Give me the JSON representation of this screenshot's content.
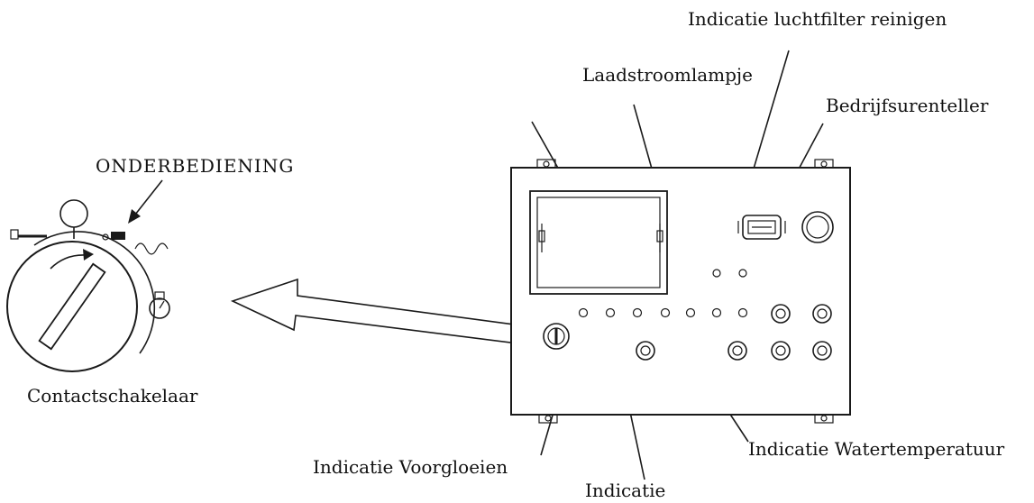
{
  "labels": {
    "onderbediening": "ONDERBEDIENING",
    "contactschakelaar": "Contactschakelaar",
    "luchtfilter": "Indicatie luchtfilter reinigen",
    "laadstroom": "Laadstroomlampje",
    "bedrijfsuren": "Bedrijfsurenteller",
    "voorgloeien": "Indicatie Voorgloeien",
    "indicatie": "Indicatie",
    "watertemperatuur": "Indicatie Watertemperatuur"
  },
  "colors": {
    "ink": "#1a1a1a",
    "background": "#ffffff"
  }
}
